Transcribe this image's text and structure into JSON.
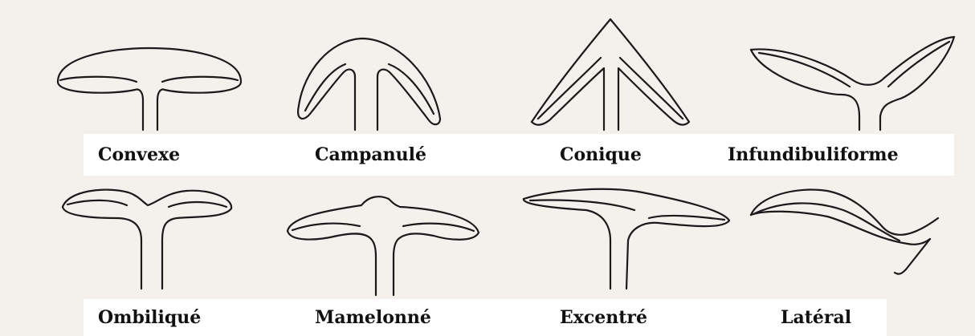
{
  "figure": {
    "labels": {
      "convexe": "Convexe",
      "campanule": "Campanulé",
      "conique": "Conique",
      "infundibuliforme": "Infundibuliforme",
      "ombilique": "Ombiliqué",
      "mamelonne": "Mamelonné",
      "excentre": "Excentré",
      "lateral": "Latéral"
    }
  }
}
